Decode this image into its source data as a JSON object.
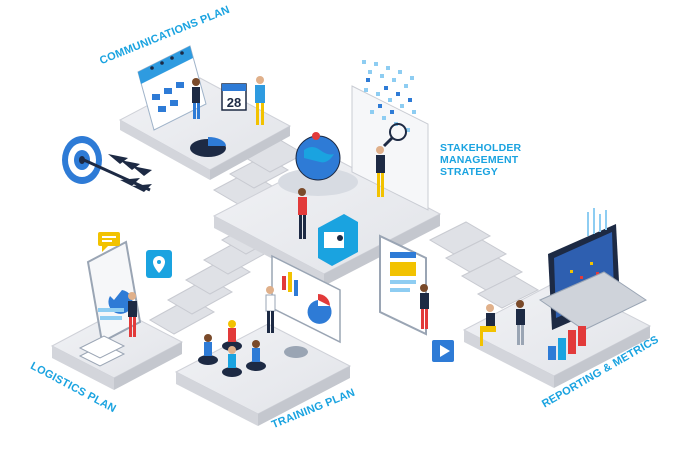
{
  "labels": {
    "communications": "COMMUNICATIONS PLAN",
    "stakeholder_line1": "STAKEHOLDER",
    "stakeholder_line2": "MANAGEMENT",
    "stakeholder_line3": "STRATEGY",
    "logistics": "LOGISTICS PLAN",
    "training": "TRAINING PLAN",
    "reporting": "REPORTING & METRICS"
  },
  "calendar_day": "28",
  "colors": {
    "accent": "#1aa3e0",
    "platform_top": "#e9eaee",
    "platform_side": "#c9cbd2",
    "screen_blue": "#2e7bd6",
    "dark_navy": "#1d2a44",
    "red": "#e23a3a",
    "yellow": "#f2c200"
  },
  "icons": [
    "target-icon",
    "location-pin-icon",
    "calendar-icon",
    "globe-icon",
    "id-card-icon",
    "chat-bubble-icon",
    "play-icon",
    "search-icon"
  ]
}
